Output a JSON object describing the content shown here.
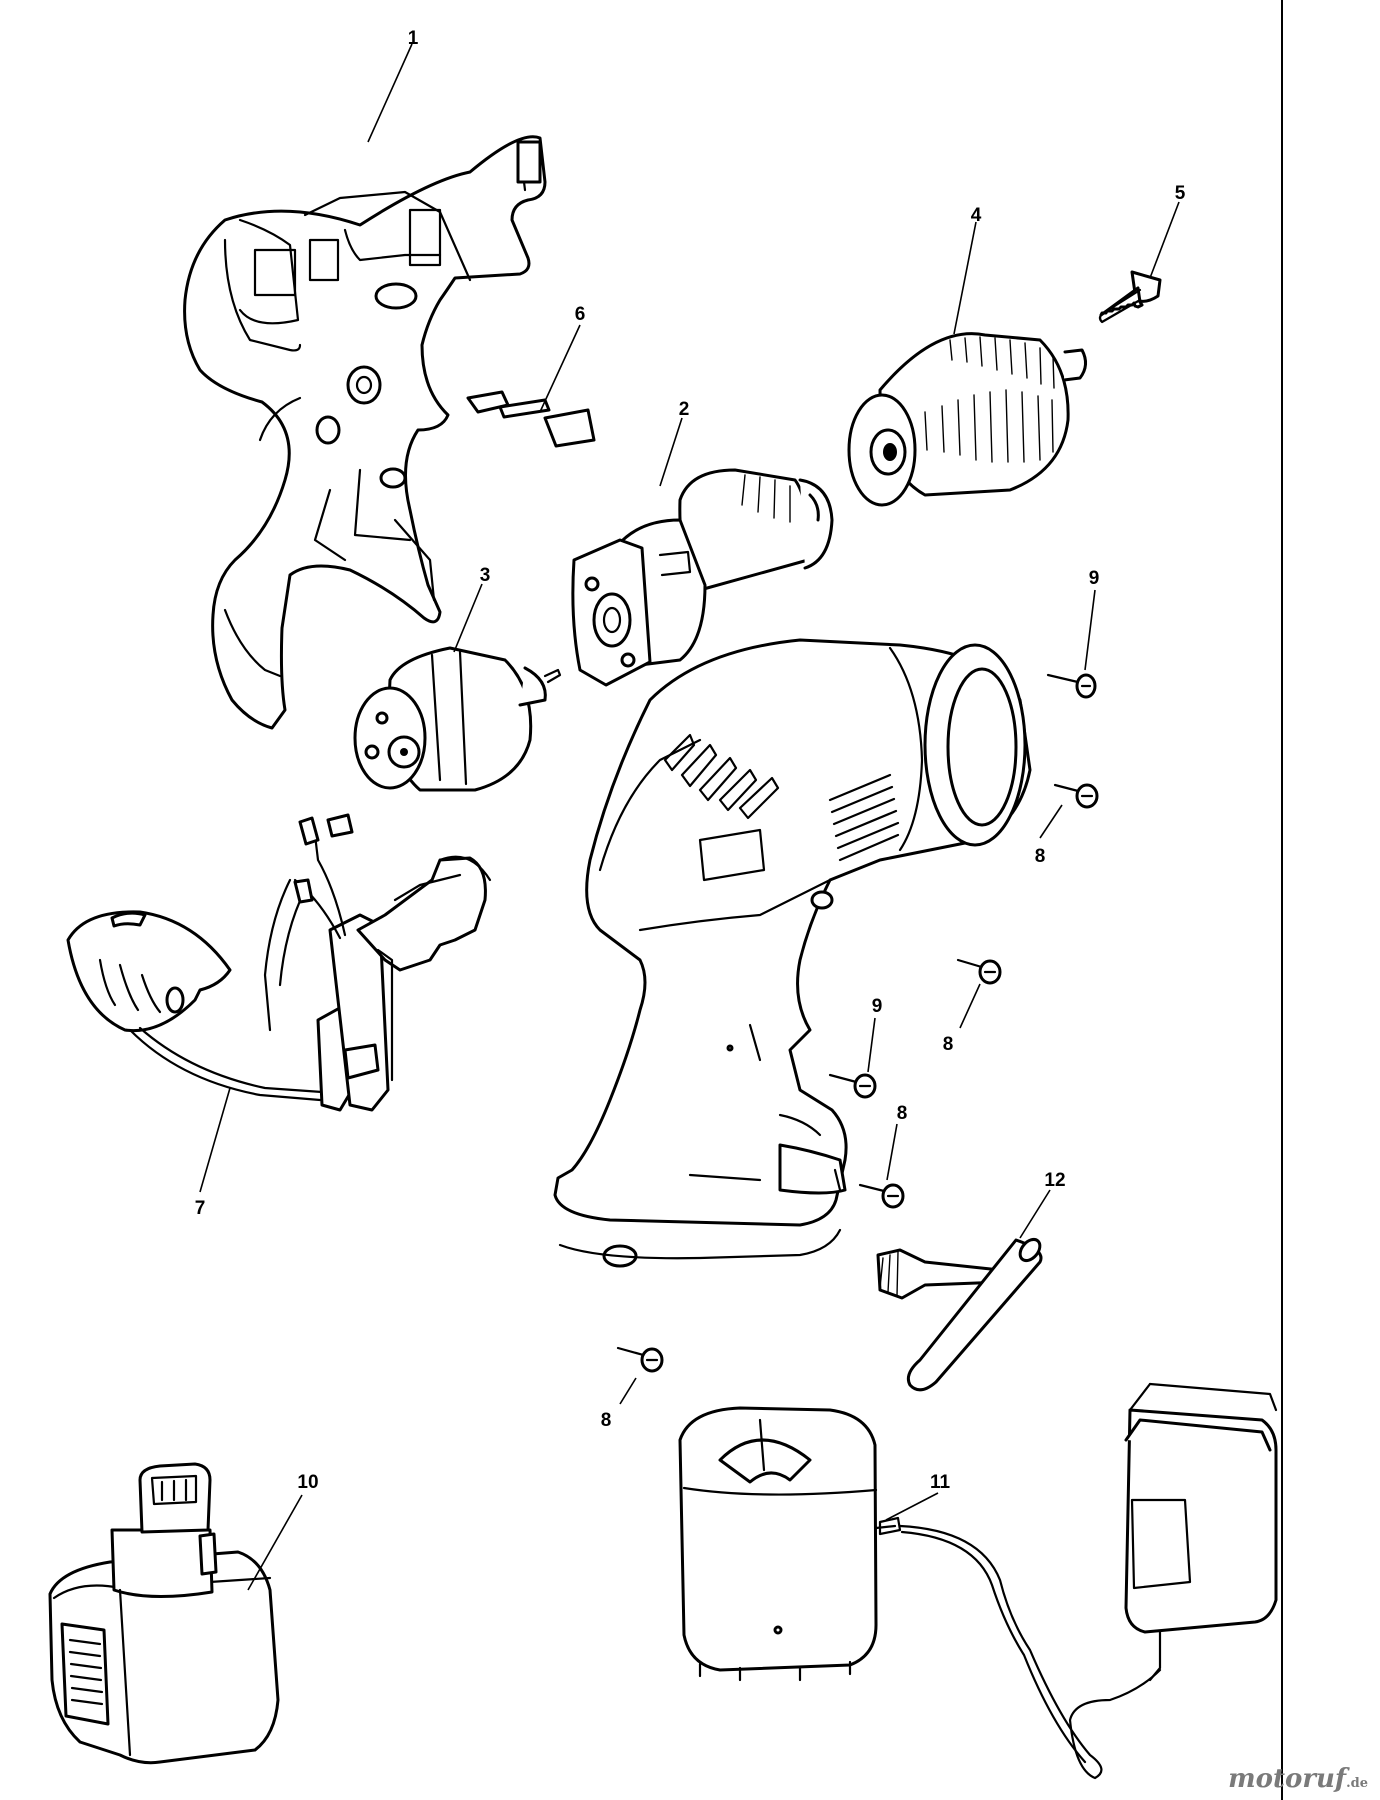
{
  "parts": [
    {
      "id": "1",
      "name": "housing-half"
    },
    {
      "id": "2",
      "name": "gearbox"
    },
    {
      "id": "3",
      "name": "motor"
    },
    {
      "id": "4",
      "name": "keyed-chuck"
    },
    {
      "id": "5",
      "name": "chuck-screw"
    },
    {
      "id": "6",
      "name": "forward-reverse-slider"
    },
    {
      "id": "7",
      "name": "switch-assembly"
    },
    {
      "id": "8",
      "name": "housing-screw"
    },
    {
      "id": "9",
      "name": "housing-screw"
    },
    {
      "id": "10",
      "name": "battery-pack"
    },
    {
      "id": "11",
      "name": "charger"
    },
    {
      "id": "12",
      "name": "chuck-key"
    }
  ],
  "callouts": {
    "c1": "1",
    "c2": "2",
    "c3": "3",
    "c4": "4",
    "c5": "5",
    "c6": "6",
    "c7": "7",
    "c8a": "8",
    "c8b": "8",
    "c8c": "8",
    "c8d": "8",
    "c9a": "9",
    "c9b": "9",
    "c10": "10",
    "c11": "11",
    "c12": "12"
  },
  "watermark": {
    "brand": "motoruf",
    "tld": ".de"
  }
}
